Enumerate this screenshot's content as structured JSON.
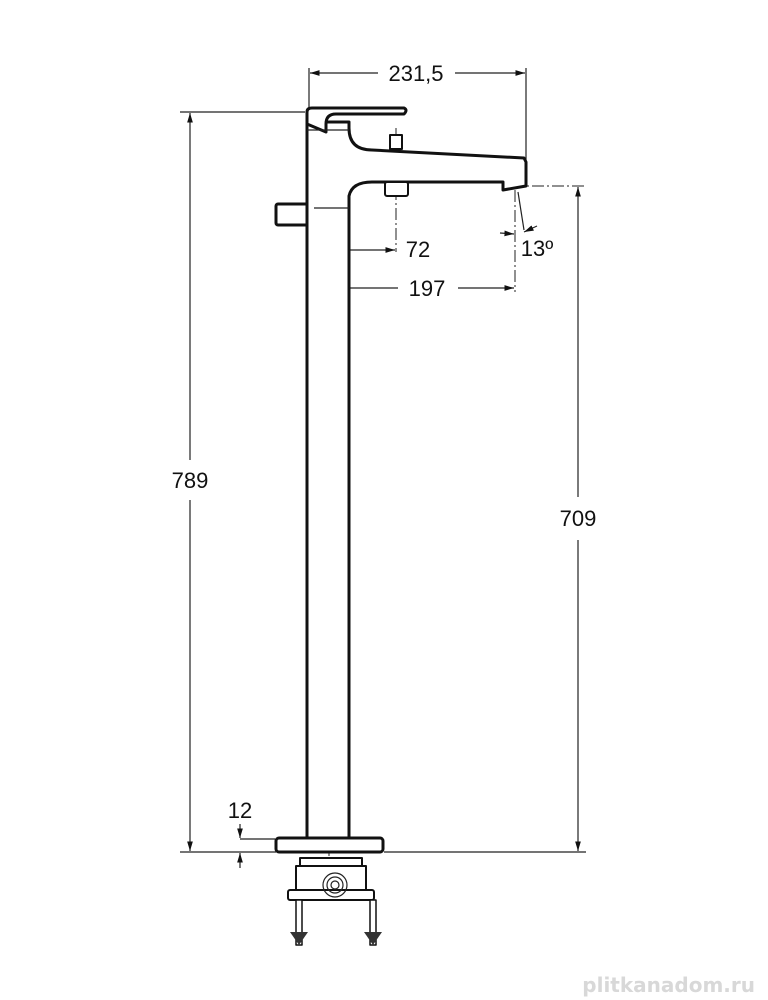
{
  "drawing": {
    "title": "Floor-standing bath mixer dimension drawing",
    "dimensions": {
      "total_width": "231,5",
      "total_height": "789",
      "spout_height": "709",
      "diverter_offset": "72",
      "spout_reach": "197",
      "spout_angle": "13º",
      "base_thickness": "12"
    }
  },
  "watermark": "plitkanadom.ru"
}
